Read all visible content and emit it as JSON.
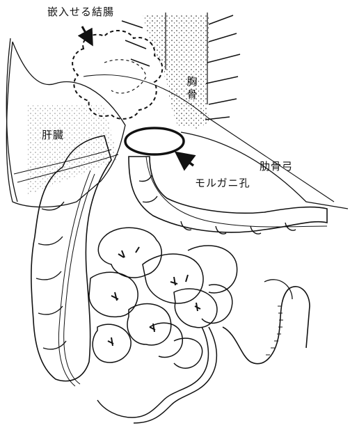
{
  "figure": {
    "labels": {
      "incarcerated_colon": "嵌入せる結腸",
      "sternum": "胸\n骨",
      "liver": "肝臓",
      "costal_arch": "肋骨弓",
      "morgagni_foramen": "モルガニ孔"
    },
    "colors": {
      "ink": "#111111",
      "paper": "#ffffff"
    }
  }
}
